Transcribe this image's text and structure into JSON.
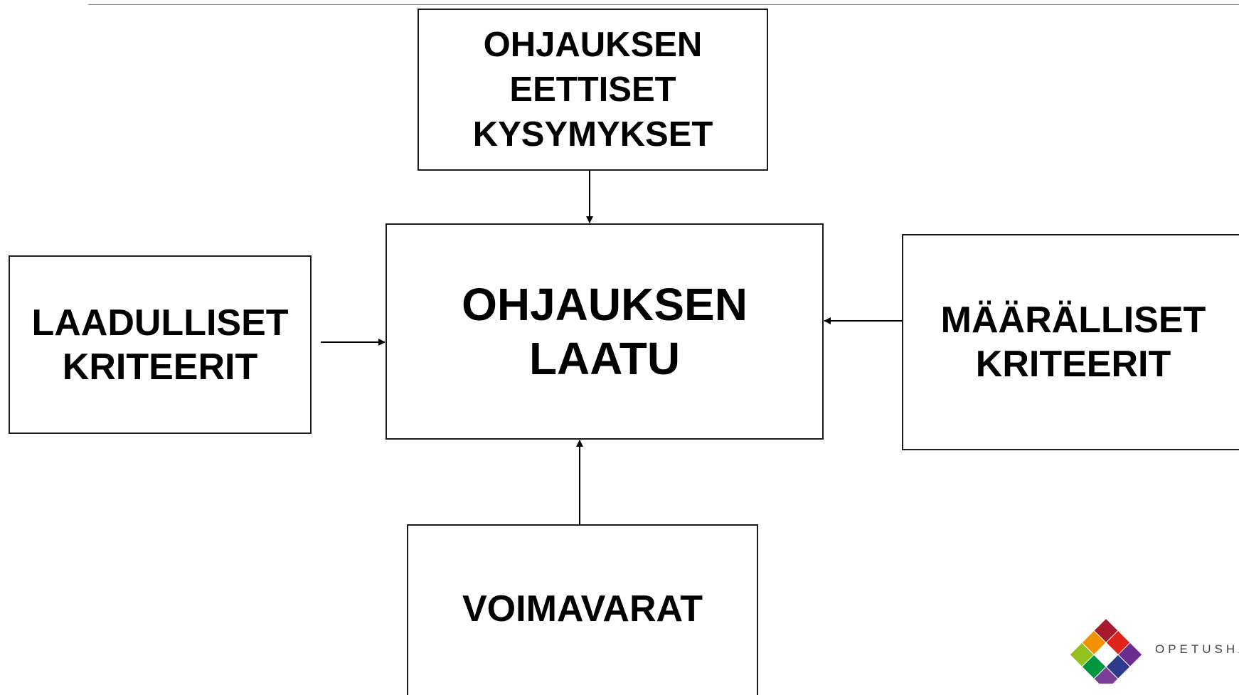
{
  "diagram": {
    "center": {
      "lines": [
        "OHJAUKSEN",
        "LAATU"
      ]
    },
    "top": {
      "lines": [
        "OHJAUKSEN",
        "EETTISET",
        "KYSYMYKSET"
      ]
    },
    "left": {
      "lines": [
        "LAADULLISET",
        "KRITEERIT"
      ]
    },
    "right": {
      "lines": [
        "MÄÄRÄLLISET",
        "KRITEERIT"
      ]
    },
    "bottom": {
      "lines": [
        "VOIMAVARAT"
      ]
    },
    "arrows": [
      {
        "from": "top",
        "to": "center"
      },
      {
        "from": "left",
        "to": "center"
      },
      {
        "from": "right",
        "to": "center"
      },
      {
        "from": "bottom",
        "to": "center"
      }
    ]
  },
  "logo": {
    "text": "OPETUSHA",
    "colors": [
      "#e2231a",
      "#f39200",
      "#6a2c91",
      "#2e3a8c",
      "#009640",
      "#95c11f",
      "#a6192e",
      "#7b3f98"
    ]
  }
}
